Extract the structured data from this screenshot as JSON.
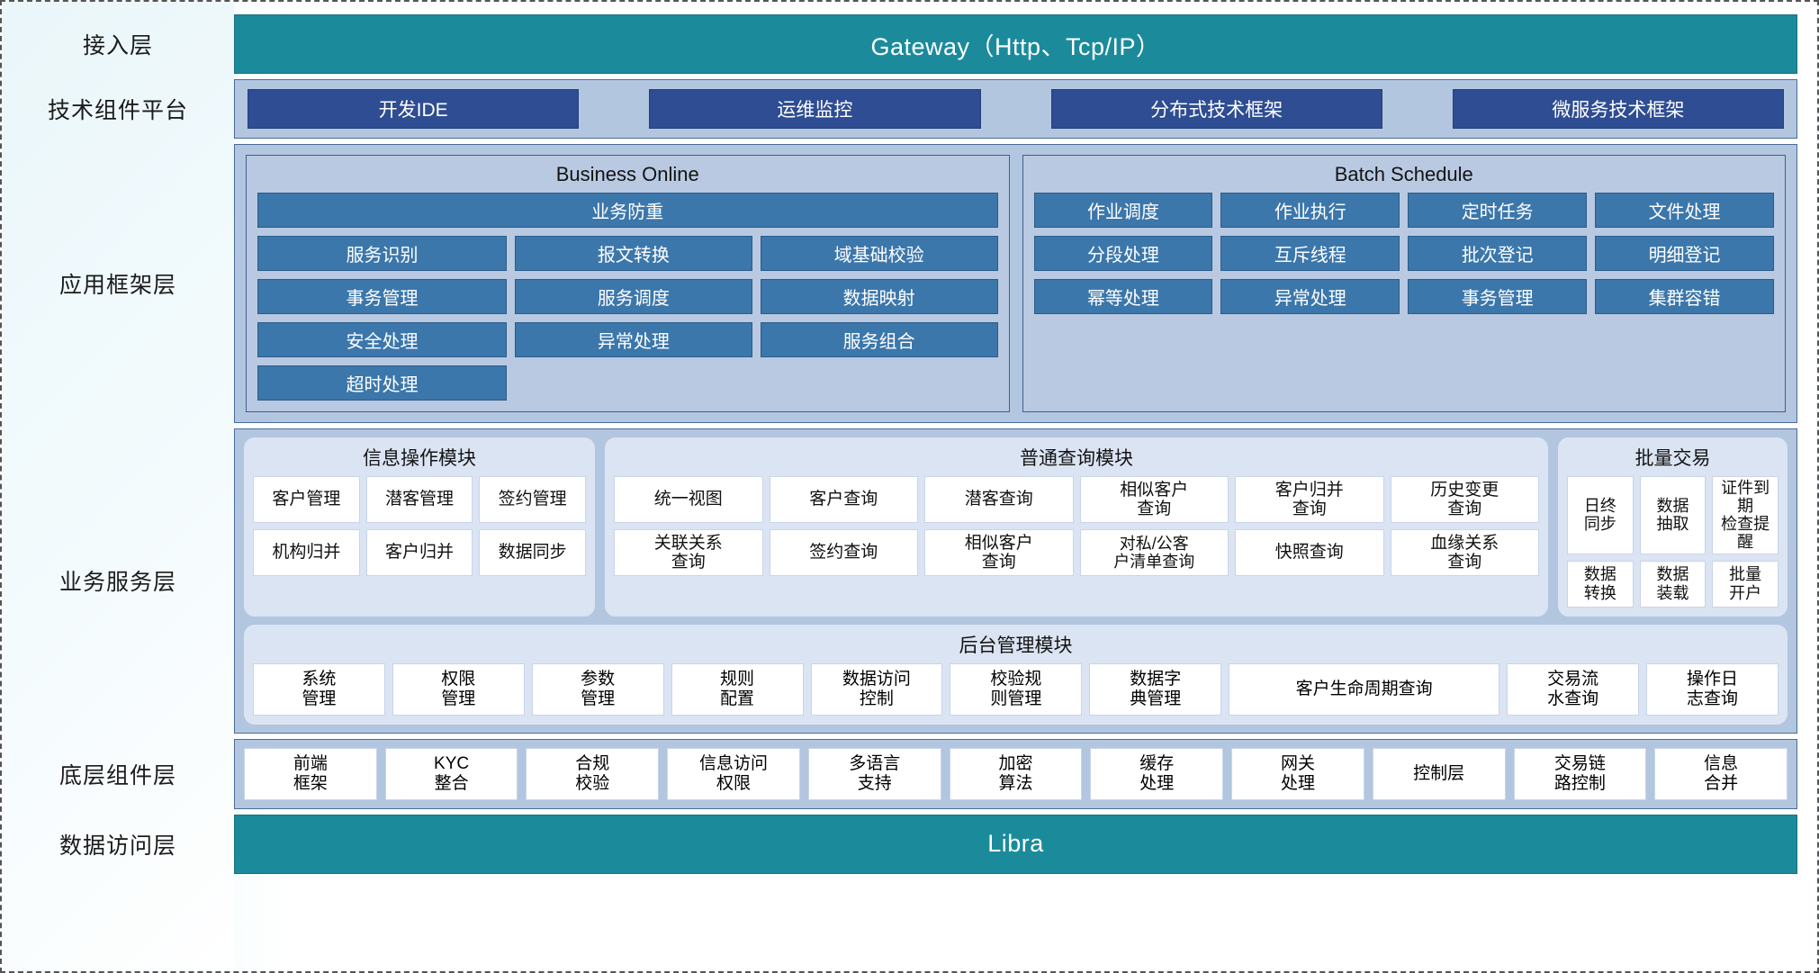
{
  "diagram": {
    "title": "Layered Application Architecture",
    "colors": {
      "teal": "#1b8b9c",
      "band_blue": "#b3c6e0",
      "chip_dark_blue": "#2e4d92",
      "chip_mid_blue": "#3c77ab",
      "card_white": "#ffffff",
      "module_bg": "#dbe4f3"
    }
  },
  "layers": {
    "access": {
      "label": "接入层",
      "bar_text": "Gateway（Http、Tcp/IP）"
    },
    "tech_platform": {
      "label": "技术组件平台",
      "chips": [
        "开发IDE",
        "运维监控",
        "分布式技术框架",
        "微服务技术框架"
      ]
    },
    "app_framework": {
      "label": "应用框架层",
      "business_online": {
        "title": "Business Online",
        "wide_chip": "业务防重",
        "chips": [
          "服务识别",
          "报文转换",
          "域基础校验",
          "事务管理",
          "服务调度",
          "数据映射",
          "安全处理",
          "异常处理",
          "服务组合",
          "超时处理"
        ]
      },
      "batch_schedule": {
        "title": "Batch Schedule",
        "chips": [
          "作业调度",
          "作业执行",
          "定时任务",
          "文件处理",
          "分段处理",
          "互斥线程",
          "批次登记",
          "明细登记",
          "幂等处理",
          "异常处理",
          "事务管理",
          "集群容错"
        ]
      }
    },
    "business_service": {
      "label": "业务服务层",
      "info_module": {
        "title": "信息操作模块",
        "cells": [
          "客户管理",
          "潜客管理",
          "签约管理",
          "机构归并",
          "客户归并",
          "数据同步"
        ]
      },
      "query_module": {
        "title": "普通查询模块",
        "cells": [
          "统一视图",
          "客户查询",
          "潜客查询",
          "相似客户\n查询",
          "客户归并\n查询",
          "历史变更\n查询",
          "关联关系\n查询",
          "签约查询",
          "相似客户\n查询",
          "对私/公客\n户清单查询",
          "快照查询",
          "血缘关系\n查询"
        ]
      },
      "batch_module": {
        "title": "批量交易",
        "cells": [
          "日终\n同步",
          "数据\n抽取",
          "证件到期\n检查提醒",
          "数据\n转换",
          "数据\n装载",
          "批量\n开户"
        ]
      },
      "admin_module": {
        "title": "后台管理模块",
        "cells": [
          "系统\n管理",
          "权限\n管理",
          "参数\n管理",
          "规则\n配置",
          "数据访问\n控制",
          "校验规\n则管理",
          "数据字\n典管理",
          "客户生命周期查询",
          "交易流\n水查询",
          "操作日\n志查询"
        ]
      }
    },
    "base_component": {
      "label": "底层组件层",
      "cells": [
        "前端\n框架",
        "KYC\n整合",
        "合规\n校验",
        "信息访问\n权限",
        "多语言\n支持",
        "加密\n算法",
        "缓存\n处理",
        "网关\n处理",
        "控制层",
        "交易链\n路控制",
        "信息\n合并"
      ]
    },
    "data_access": {
      "label": "数据访问层",
      "bar_text": "Libra"
    }
  }
}
